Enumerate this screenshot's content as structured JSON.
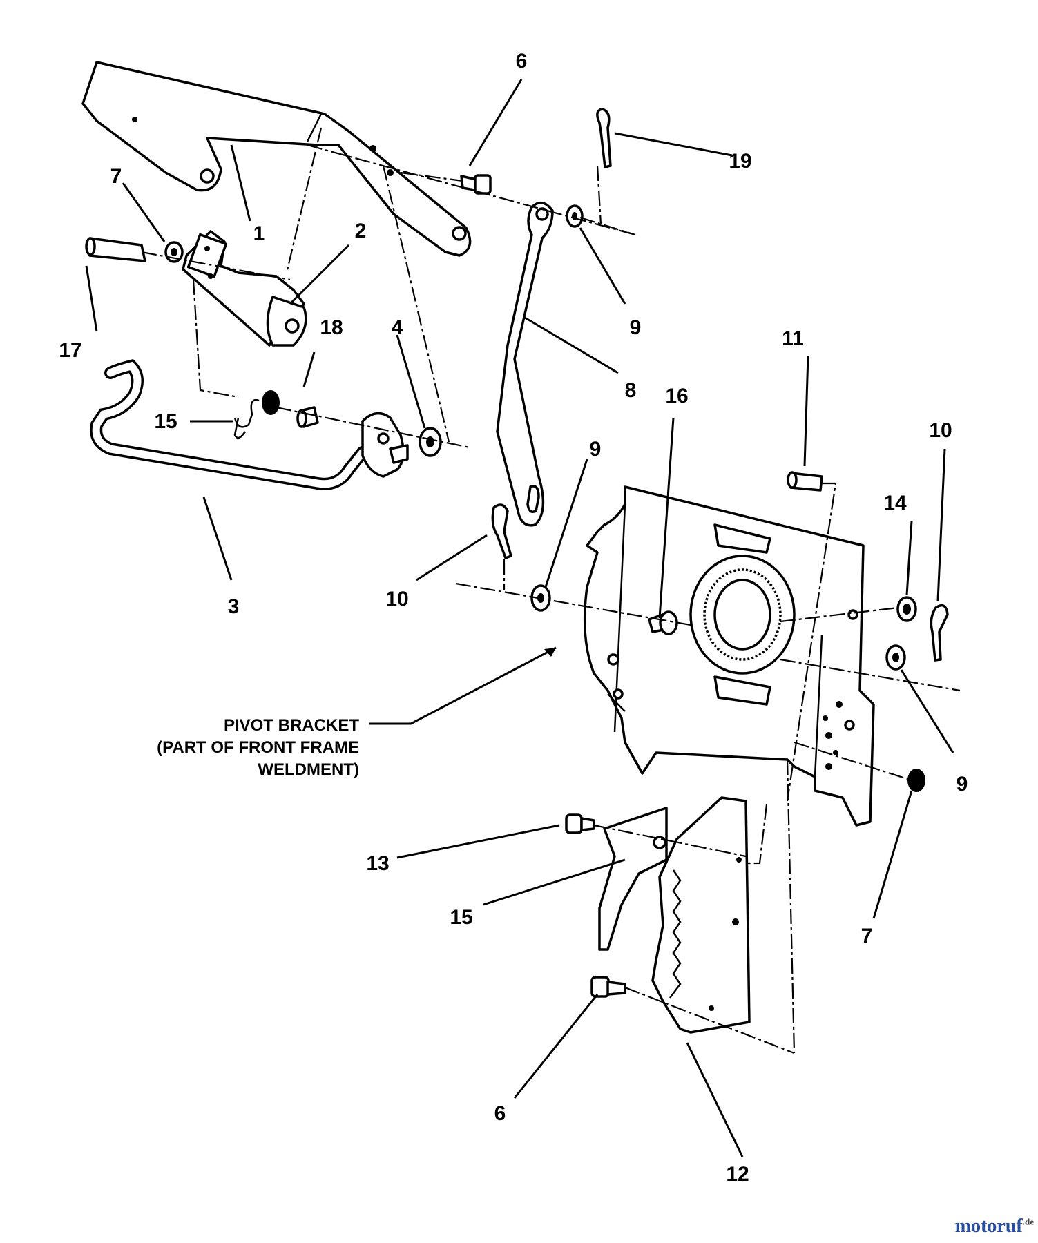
{
  "callouts": [
    "1",
    "2",
    "3",
    "4",
    "6",
    "6",
    "7",
    "7",
    "8",
    "9",
    "9",
    "9",
    "10",
    "10",
    "11",
    "12",
    "13",
    "14",
    "15",
    "15",
    "16",
    "17",
    "18",
    "19"
  ],
  "bracket_label": {
    "line1": "PIVOT BRACKET",
    "line2": "(PART OF FRONT FRAME",
    "line3": "WELDMENT)"
  },
  "watermark": {
    "main": "motoruf",
    "tld": ".de"
  },
  "colors": {
    "ink": "#000000",
    "paper": "#ffffff",
    "watermark_blue": "#2a4f9e"
  }
}
